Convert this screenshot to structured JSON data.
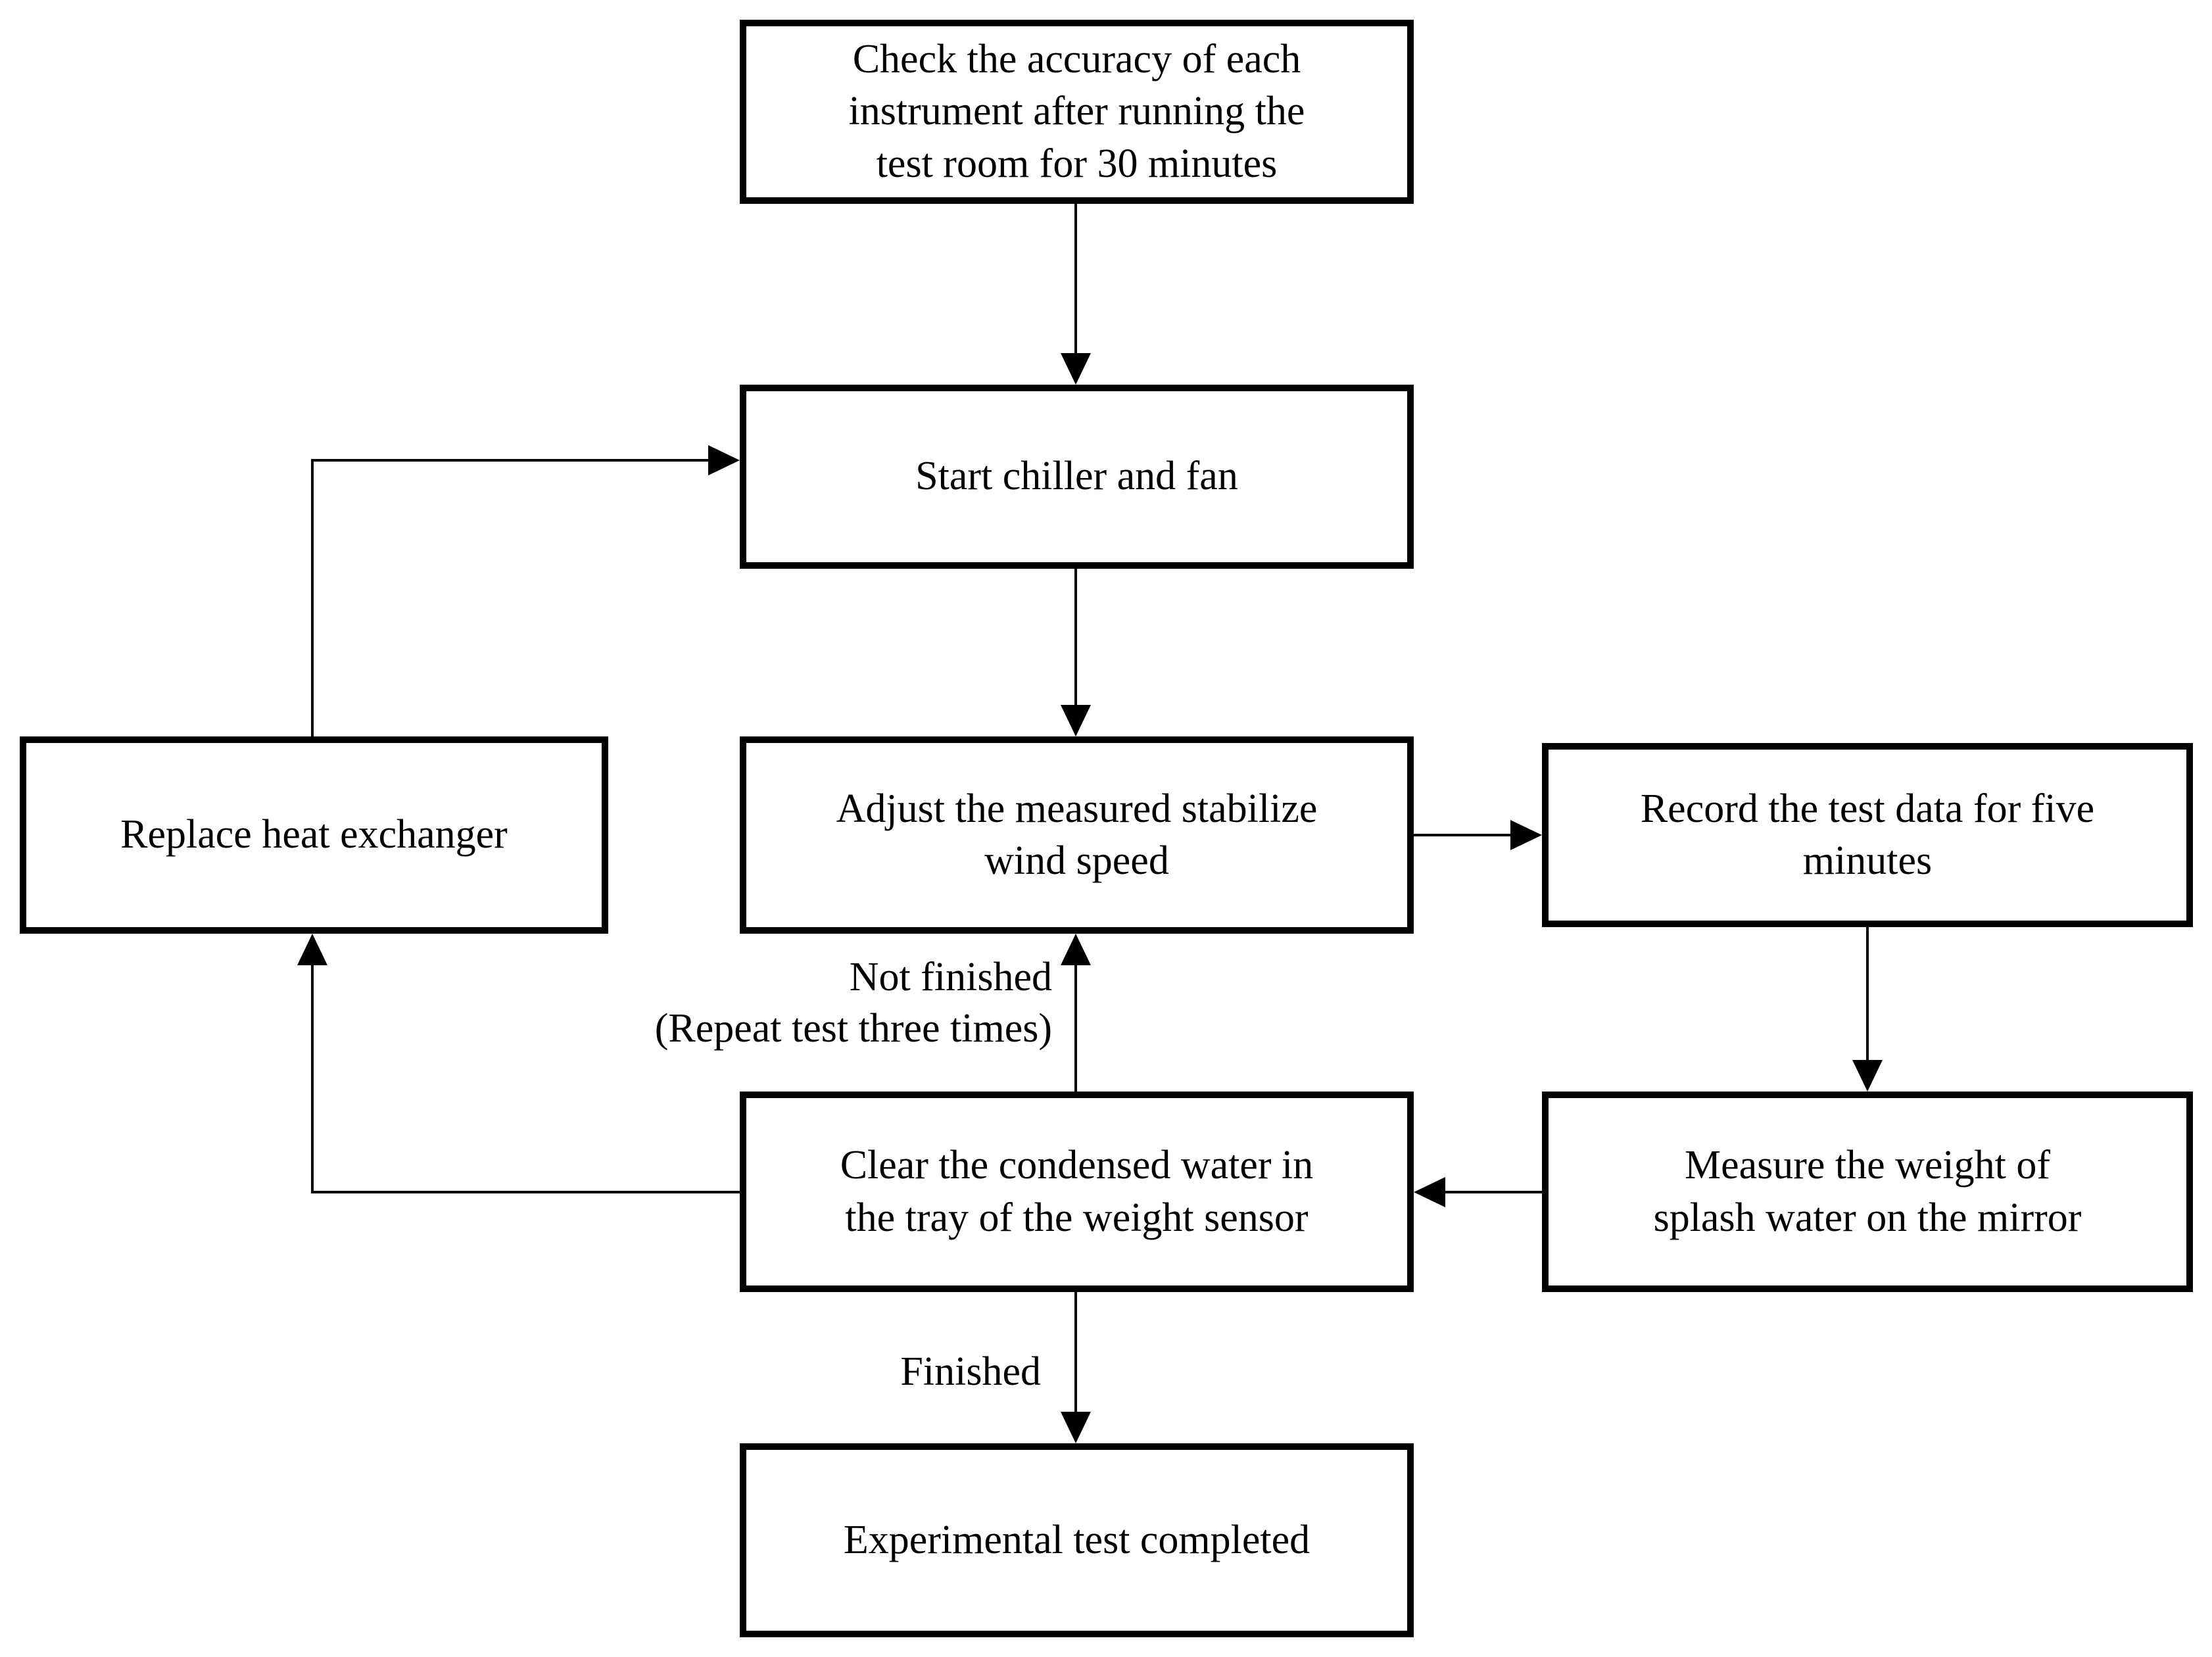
{
  "diagram": {
    "type": "flowchart",
    "background_color": "#ffffff",
    "node_fill_color": "#ffffff",
    "node_border_color": "#000000",
    "line_color": "#000000",
    "text_color": "#000000",
    "nodes": [
      {
        "id": "check",
        "label": "Check the accuracy of each\ninstrument after running the\ntest room for 30 minutes"
      },
      {
        "id": "start",
        "label": "Start chiller and fan"
      },
      {
        "id": "adjust",
        "label": "Adjust the measured stabilize\nwind speed"
      },
      {
        "id": "record",
        "label": "Record the test data for five\nminutes"
      },
      {
        "id": "measure",
        "label": "Measure the weight of\nsplash water on the mirror"
      },
      {
        "id": "clear",
        "label": "Clear the condensed water in\nthe tray of the weight sensor"
      },
      {
        "id": "replace",
        "label": "Replace heat exchanger"
      },
      {
        "id": "complete",
        "label": "Experimental test completed"
      }
    ],
    "edges": [
      {
        "from": "check",
        "to": "start",
        "label": ""
      },
      {
        "from": "start",
        "to": "adjust",
        "label": ""
      },
      {
        "from": "adjust",
        "to": "record",
        "label": ""
      },
      {
        "from": "record",
        "to": "measure",
        "label": ""
      },
      {
        "from": "measure",
        "to": "clear",
        "label": ""
      },
      {
        "from": "clear",
        "to": "adjust",
        "label": "Not finished\n(Repeat test three times)"
      },
      {
        "from": "clear",
        "to": "complete",
        "label": "Finished"
      },
      {
        "from": "clear",
        "to": "replace",
        "label": ""
      },
      {
        "from": "replace",
        "to": "start",
        "label": ""
      }
    ],
    "edge_labels": {
      "not_finished": "Not finished\n(Repeat test three times)",
      "finished": "Finished"
    }
  }
}
